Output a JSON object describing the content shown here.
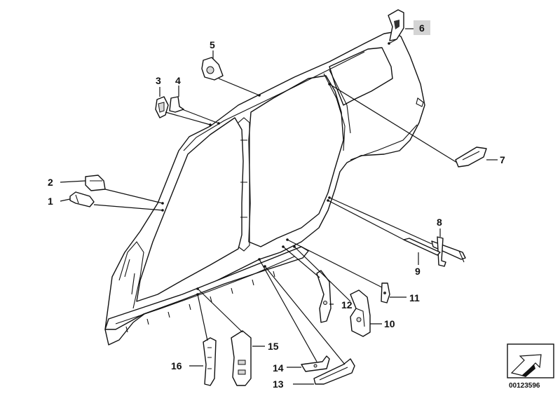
{
  "diagram": {
    "callouts": [
      "1",
      "2",
      "3",
      "4",
      "5",
      "6",
      "7",
      "8",
      "9",
      "10",
      "11",
      "12",
      "13",
      "14",
      "15",
      "16"
    ],
    "highlighted_callout": "6",
    "highlight_color": "#d4d4d4",
    "document_number": "00123596",
    "logo_icon": "arrow-direction-icon"
  }
}
